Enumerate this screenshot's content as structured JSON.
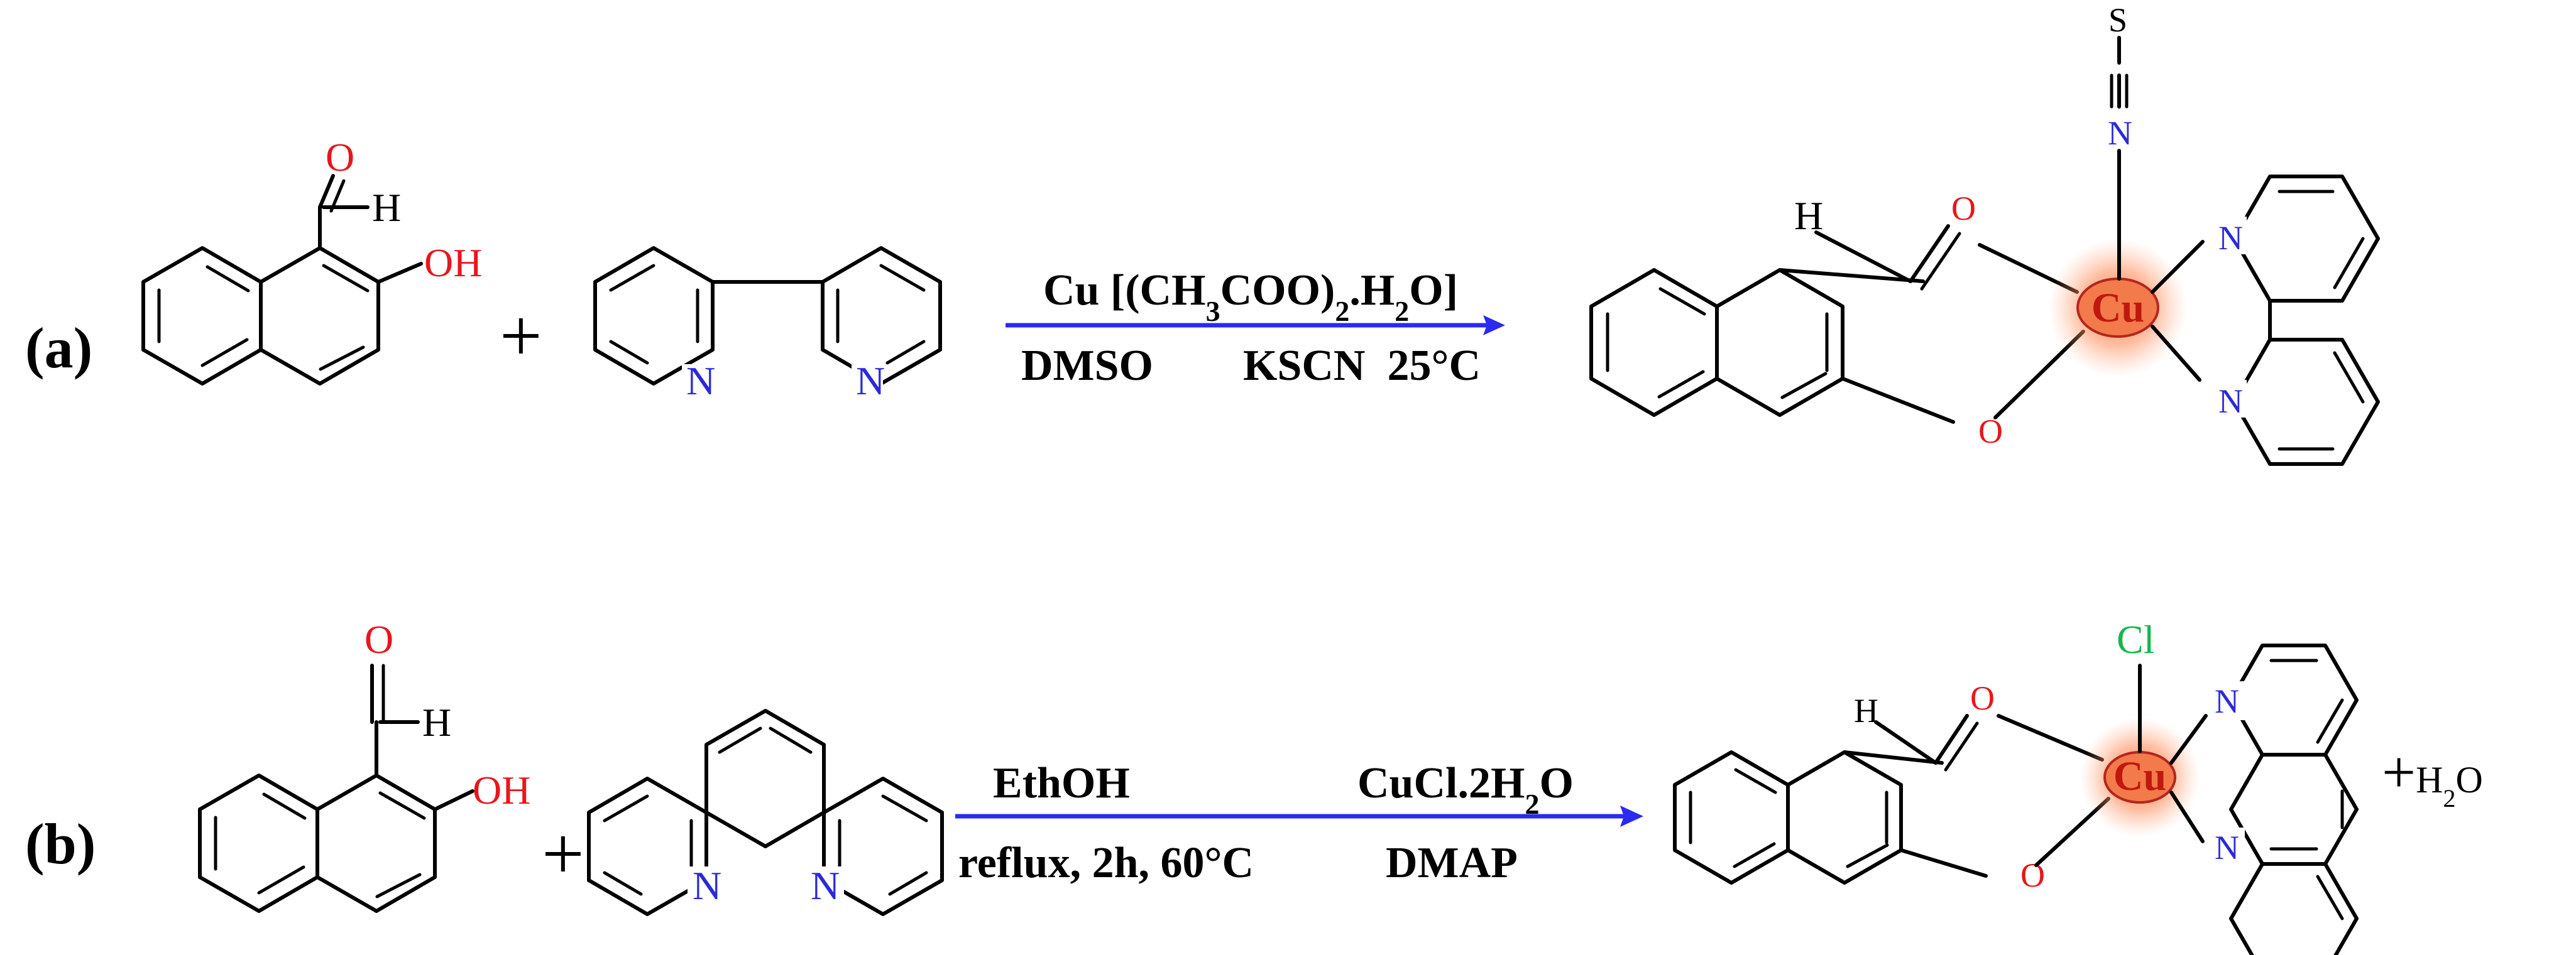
{
  "colors": {
    "bond": "#000000",
    "oxygen": "#e8161b",
    "nitrogen": "#2a2ad8",
    "chlorine": "#16b74a",
    "copper": "#c0180e",
    "arrow": "#2a2af0",
    "glow": "#ff7a3c"
  },
  "scheme_a": {
    "label": "(a)",
    "plus": "+",
    "arrow_above": "Cu [(CH3COO)2.H2O]",
    "arrow_below_left": "DMSO",
    "arrow_below_right": "KSCN  25°C",
    "aldehyde_O": "O",
    "aldehyde_H": "H",
    "hydroxyl": "OH",
    "bipyridine_N1": "N",
    "bipyridine_N2": "N",
    "product_H": "H",
    "product_O_carbonyl": "O",
    "product_O_phenolate": "O",
    "product_metal": "Cu",
    "product_N1": "N",
    "product_N2": "N",
    "thiocyanate_S": "S",
    "thiocyanate_N": "N"
  },
  "scheme_b": {
    "label": "(b)",
    "plus": "+",
    "arrow_above_left": "EthOH",
    "arrow_above_right": "CuCl.2H2O",
    "arrow_below_left": "reflux, 2h, 60°C",
    "arrow_below_right": "DMAP",
    "aldehyde_O": "O",
    "aldehyde_H": "H",
    "hydroxyl": "OH",
    "phenanthroline_N1": "N",
    "phenanthroline_N2": "N",
    "product_H": "H",
    "product_O_carbonyl": "O",
    "product_O_phenolate": "O",
    "product_metal": "Cu",
    "product_Cl": "Cl",
    "product_N1": "N",
    "product_N2": "N",
    "plus_water": "+H2O"
  }
}
